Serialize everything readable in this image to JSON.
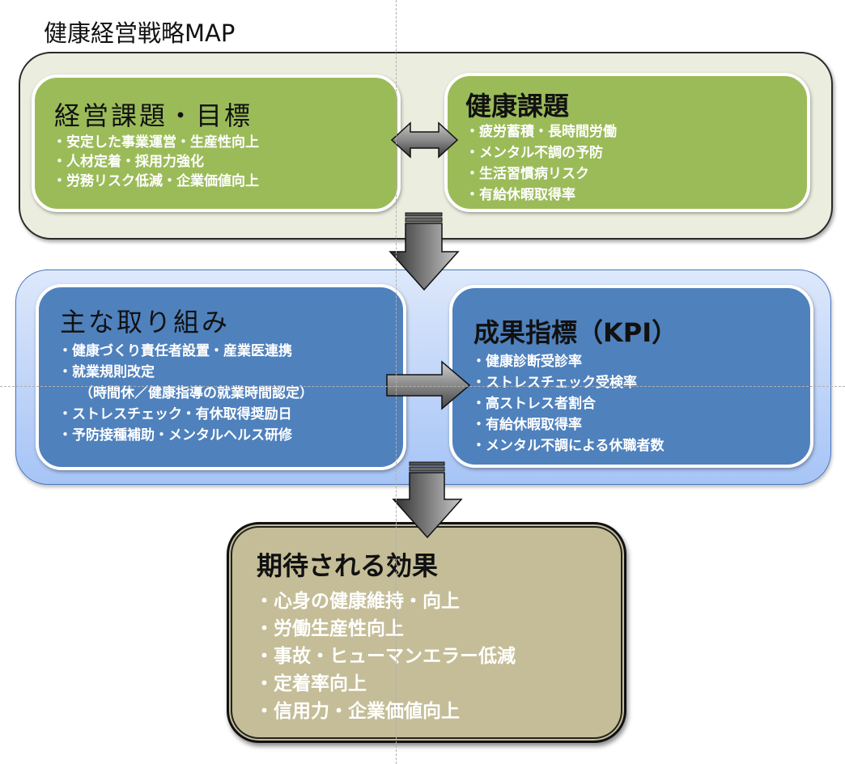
{
  "title": "健康経営戦略MAP",
  "colors": {
    "green_group_bg": "#ebeedf",
    "green_card": "#9bbb59",
    "blue_card": "#4f81bd",
    "blue_group_top": "#dde8fb",
    "blue_group_bottom": "#a6c4f6",
    "effect_card": "#c4bd97",
    "item_text": "#ffffff",
    "title_text": "#111111"
  },
  "icons": {
    "bidirectional_arrow": "double-headed-arrow-icon",
    "down_arrow": "down-arrow-icon",
    "right_arrow": "right-arrow-icon"
  },
  "management": {
    "title": "経営課題・目標",
    "items": [
      "安定した事業運営・生産性向上",
      "人材定着・採用力強化",
      "労務リスク低減・企業価値向上"
    ]
  },
  "health": {
    "title": "健康課題",
    "items": [
      "疲労蓄積・長時間労働",
      "メンタル不調の予防",
      "生活習慣病リスク",
      "有給休暇取得率"
    ]
  },
  "initiatives": {
    "title": "主な取り組み",
    "items": [
      "健康づくり責任者設置・産業医連携",
      "就業規則改定",
      "（時間休／健康指導の就業時間認定）",
      "ストレスチェック・有休取得奨励日",
      "予防接種補助・メンタルヘルス研修"
    ]
  },
  "kpi": {
    "title": "成果指標（KPI）",
    "items": [
      "健康診断受診率",
      "ストレスチェック受検率",
      "高ストレス者割合",
      "有給休暇取得率",
      "メンタル不調による休職者数"
    ]
  },
  "effects": {
    "title": "期待される効果",
    "items": [
      "心身の健康維持・向上",
      "労働生産性向上",
      "事故・ヒューマンエラー低減",
      "定着率向上",
      "信用力・企業価値向上"
    ]
  }
}
